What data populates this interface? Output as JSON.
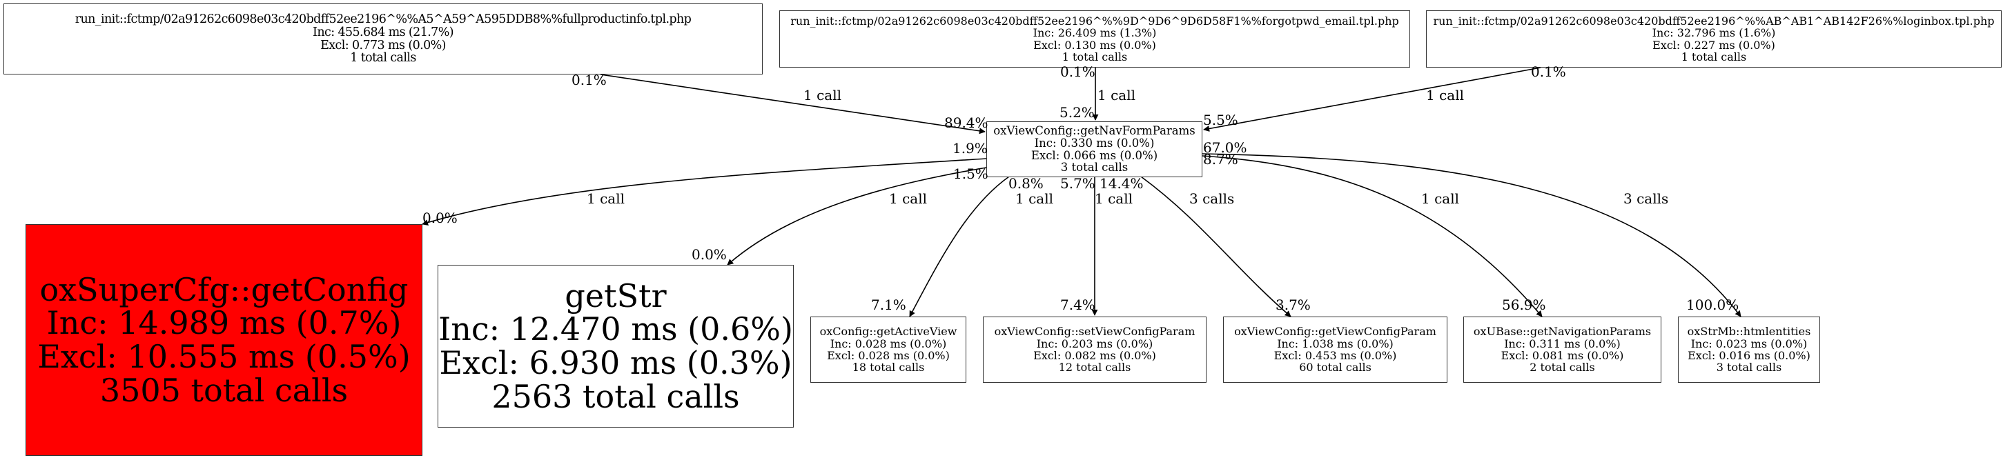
{
  "graph": {
    "type": "call-graph",
    "nodes": [
      {
        "id": "n_fullproductinfo",
        "name": "run_init::fctmp/02a91262c6098e03c420bdff52ee2196^%%A5^A59^A595DDB8%%fullproductinfo.tpl.php",
        "inc": "Inc: 455.684 ms (21.7%)",
        "excl": "Excl: 0.773 ms (0.0%)",
        "calls": "1 total calls",
        "fill": "#ffffff"
      },
      {
        "id": "n_forgotpwd",
        "name": "run_init::fctmp/02a91262c6098e03c420bdff52ee2196^%%9D^9D6^9D6D58F1%%forgotpwd_email.tpl.php",
        "inc": "Inc: 26.409 ms (1.3%)",
        "excl": "Excl: 0.130 ms (0.0%)",
        "calls": "1 total calls",
        "fill": "#ffffff"
      },
      {
        "id": "n_loginbox",
        "name": "run_init::fctmp/02a91262c6098e03c420bdff52ee2196^%%AB^AB1^AB142F26%%loginbox.tpl.php",
        "inc": "Inc: 32.796 ms (1.6%)",
        "excl": "Excl: 0.227 ms (0.0%)",
        "calls": "1 total calls",
        "fill": "#ffffff"
      },
      {
        "id": "n_center",
        "name": "oxViewConfig::getNavFormParams",
        "inc": "Inc: 0.330 ms (0.0%)",
        "excl": "Excl: 0.066 ms (0.0%)",
        "calls": "3 total calls",
        "fill": "#ffffff"
      },
      {
        "id": "n_getconfig",
        "name": "oxSuperCfg::getConfig",
        "inc": "Inc: 14.989 ms (0.7%)",
        "excl": "Excl: 10.555 ms (0.5%)",
        "calls": "3505 total calls",
        "fill": "#ff0000"
      },
      {
        "id": "n_getstr",
        "name": "getStr",
        "inc": "Inc: 12.470 ms (0.6%)",
        "excl": "Excl: 6.930 ms (0.3%)",
        "calls": "2563 total calls",
        "fill": "#ffffff"
      },
      {
        "id": "n_activeview",
        "name": "oxConfig::getActiveView",
        "inc": "Inc: 0.028 ms (0.0%)",
        "excl": "Excl: 0.028 ms (0.0%)",
        "calls": "18 total calls",
        "fill": "#ffffff"
      },
      {
        "id": "n_setvcp",
        "name": "oxViewConfig::setViewConfigParam",
        "inc": "Inc: 0.203 ms (0.0%)",
        "excl": "Excl: 0.082 ms (0.0%)",
        "calls": "12 total calls",
        "fill": "#ffffff"
      },
      {
        "id": "n_getvcp",
        "name": "oxViewConfig::getViewConfigParam",
        "inc": "Inc: 1.038 ms (0.0%)",
        "excl": "Excl: 0.453 ms (0.0%)",
        "calls": "60 total calls",
        "fill": "#ffffff"
      },
      {
        "id": "n_navparams",
        "name": "oxUBase::getNavigationParams",
        "inc": "Inc: 0.311 ms (0.0%)",
        "excl": "Excl: 0.081 ms (0.0%)",
        "calls": "2 total calls",
        "fill": "#ffffff"
      },
      {
        "id": "n_htmlentities",
        "name": "oxStrMb::htmlentities",
        "inc": "Inc: 0.023 ms (0.0%)",
        "excl": "Excl: 0.016 ms (0.0%)",
        "calls": "3 total calls",
        "fill": "#ffffff"
      }
    ],
    "edges": [
      {
        "from": "n_fullproductinfo",
        "to": "n_center",
        "label": "1 call",
        "tail_pct": "0.1%",
        "head_pct": "89.4%"
      },
      {
        "from": "n_forgotpwd",
        "to": "n_center",
        "label": "1 call",
        "tail_pct": "0.1%",
        "head_pct": "5.2%"
      },
      {
        "from": "n_loginbox",
        "to": "n_center",
        "label": "1 call",
        "tail_pct": "0.1%",
        "head_pct": "5.5%"
      },
      {
        "from": "n_center",
        "to": "n_getconfig",
        "label": "1 call",
        "tail_pct": "1.9%",
        "head_pct": "0.0%"
      },
      {
        "from": "n_center",
        "to": "n_getstr",
        "label": "1 call",
        "tail_pct": "1.5%",
        "head_pct": "0.0%"
      },
      {
        "from": "n_center",
        "to": "n_activeview",
        "label": "1 call",
        "tail_pct": "0.8%",
        "head_pct": "7.1%"
      },
      {
        "from": "n_center",
        "to": "n_setvcp",
        "label": "1 call",
        "tail_pct": "5.7%",
        "head_pct": "7.4%"
      },
      {
        "from": "n_center",
        "to": "n_getvcp",
        "label": "3 calls",
        "tail_pct": "14.4%",
        "head_pct": "3.7%"
      },
      {
        "from": "n_center",
        "to": "n_navparams",
        "label": "1 call",
        "tail_pct": "8.7%",
        "head_pct": "56.9%"
      },
      {
        "from": "n_center",
        "to": "n_htmlentities",
        "label": "3 calls",
        "tail_pct": "67.0%",
        "head_pct": "100.0%"
      }
    ]
  }
}
